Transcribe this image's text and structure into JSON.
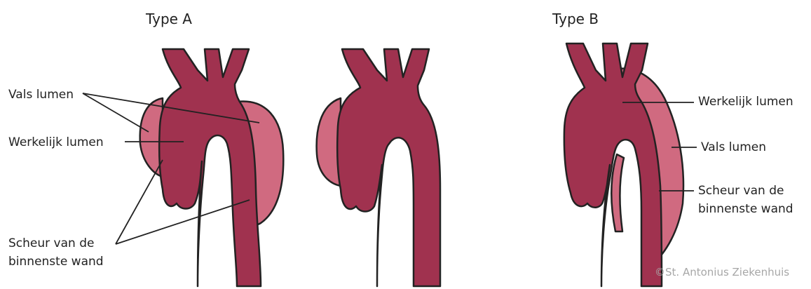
{
  "titles": {
    "type_a": "Type A",
    "type_b": "Type B"
  },
  "labels": {
    "a_false_lumen": "Vals lumen",
    "a_true_lumen": "Werkelijk lumen",
    "a_tear_line1": "Scheur van de",
    "a_tear_line2": "binnenste wand",
    "b_true_lumen": "Werkelijk lumen",
    "b_false_lumen": "Vals lumen",
    "b_tear_line1": "Scheur van de",
    "b_tear_line2": "binnenste wand"
  },
  "copyright": "©St. Antonius Ziekenhuis",
  "colors": {
    "true_lumen": "#a0324f",
    "false_lumen": "#d06a80",
    "outline": "#222222",
    "background": "#ffffff"
  }
}
